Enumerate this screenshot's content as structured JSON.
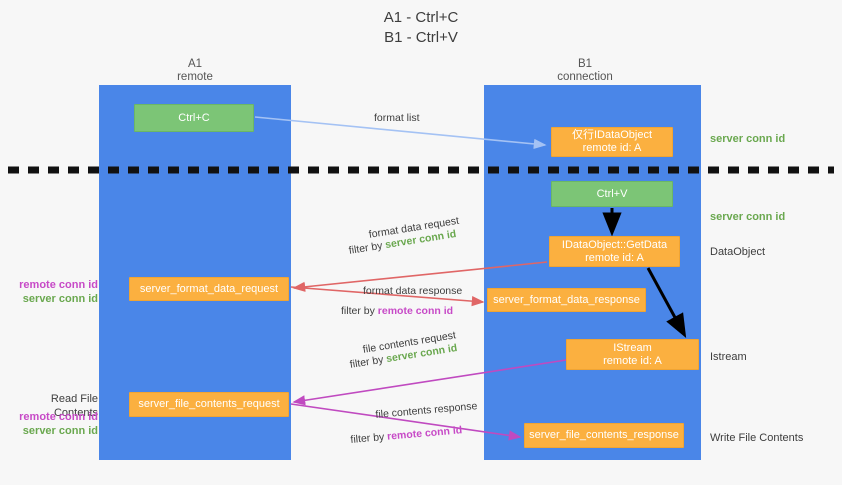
{
  "title": {
    "line1": "A1 - Ctrl+C",
    "line2": "B1 - Ctrl+V"
  },
  "columns": [
    {
      "name": "A1",
      "sub": "remote"
    },
    {
      "name": "B1",
      "sub": "connection"
    }
  ],
  "boxes": {
    "ctrl_c": "Ctrl+C",
    "idataobject": "仅行IDataObject\nremote id: A",
    "idataobject_l1": "仅行IDataObject",
    "idataobject_l2": "remote id: A",
    "ctrl_v": "Ctrl+V",
    "getdata_l1": "IDataObject::GetData",
    "getdata_l2": "remote id: A",
    "istream_l1": "IStream",
    "istream_l2": "remote id: A",
    "server_format_data_request": "server_format_data_request",
    "server_format_data_response": "server_format_data_response",
    "server_file_contents_request": "server_file_contents_request",
    "server_file_contents_response": "server_file_contents_response"
  },
  "arrow_labels": {
    "format_list": "format list",
    "format_data_request": "format data request",
    "filter_by": "filter by ",
    "server_conn_id": "server conn id",
    "remote_conn_id": "remote conn id",
    "format_data_response": "format data response",
    "file_contents_request": "file contents request",
    "file_contents_response": "file contents response"
  },
  "side_labels": {
    "server_conn_id_top": "server conn id",
    "server_conn_id_second": "server conn id",
    "data_object": "DataObject",
    "istream": "Istream",
    "write_file_contents": "Write File Contents",
    "read_file_contents": "Read File Contents",
    "remote_conn_id": "remote conn id",
    "server_conn_id": "server conn id"
  },
  "colors": {
    "lane": "#4a86e8",
    "green_box": "#7cc576",
    "orange_box": "#fbb040",
    "green_text": "#6aa84f",
    "purple_text": "#c74ac7",
    "blue_arrow": "#a4c2f4",
    "red_arrow": "#e06666",
    "magenta_arrow": "#c04ac0",
    "black_arrow": "#000000",
    "background": "#f7f7f7"
  }
}
